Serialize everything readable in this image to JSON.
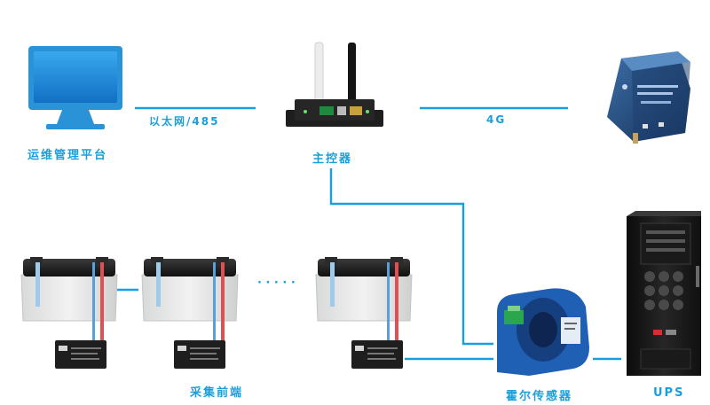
{
  "labels": {
    "platform": "运维管理平台",
    "link_ethernet": "以太网/485",
    "controller": "主控器",
    "link_4g": "4G",
    "ellipsis": "· · · · ·",
    "collector": "采集前端",
    "hall_sensor": "霍尔传感器",
    "ups": "UPS"
  },
  "colors": {
    "accent": "#1a9fdc",
    "line": "#1a9fdc",
    "device_dark": "#1e1e1e",
    "sensor_blue": "#1f5fb4",
    "battery_body": "#e9eaea",
    "monitor_blue": "#1a8fd8"
  },
  "icons": [
    "monitor-icon",
    "router-icon",
    "gateway-4g-icon",
    "battery-icon",
    "collector-module-icon",
    "hall-sensor-icon",
    "ups-cabinet-icon"
  ]
}
